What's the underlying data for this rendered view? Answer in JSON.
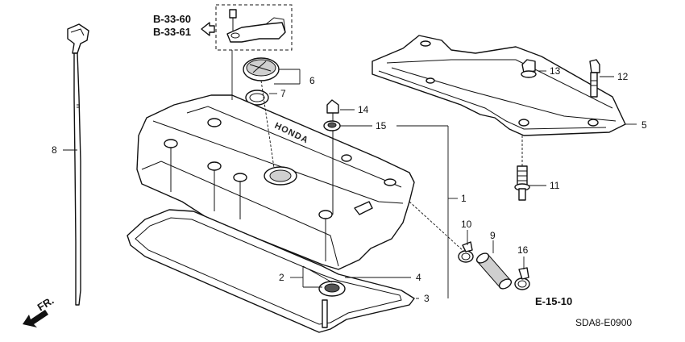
{
  "refs": {
    "top_a": "B-33-60",
    "top_b": "B-33-61",
    "bottom": "E-15-10",
    "direction": "FR."
  },
  "parts": {
    "p1": "1",
    "p2": "2",
    "p3": "3",
    "p4": "4",
    "p5": "5",
    "p6": "6",
    "p7": "7",
    "p8": "8",
    "p9": "9",
    "p10": "10",
    "p11": "11",
    "p12": "12",
    "p13": "13",
    "p14": "14",
    "p15": "15",
    "p16": "16"
  },
  "cover_brand": "HONDA",
  "diagram_code": "SDA8-E0900"
}
